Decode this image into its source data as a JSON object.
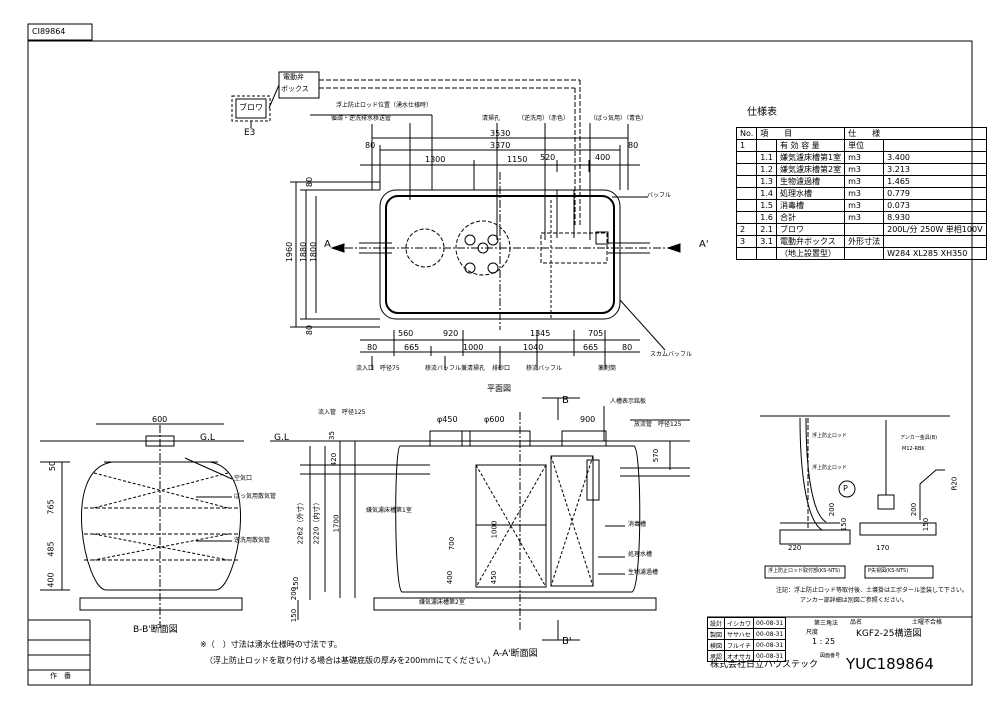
{
  "header": {
    "corner_id": "CI89864"
  },
  "spec": {
    "title": "仕様表",
    "col_no": "No.",
    "col_item": "項　　目",
    "col_spec": "仕　　様",
    "rows": [
      {
        "no": "1",
        "sub": "",
        "item": "有 効 容 量",
        "unit": "単位",
        "value": ""
      },
      {
        "no": "",
        "sub": "1.1",
        "item": "嫌気濾床槽第1室",
        "unit": "m3",
        "value": "3.400"
      },
      {
        "no": "",
        "sub": "1.2",
        "item": "嫌気濾床槽第2室",
        "unit": "m3",
        "value": "3.213"
      },
      {
        "no": "",
        "sub": "1.3",
        "item": "生物濾過槽",
        "unit": "m3",
        "value": "1.465"
      },
      {
        "no": "",
        "sub": "1.4",
        "item": "処理水槽",
        "unit": "m3",
        "value": "0.779"
      },
      {
        "no": "",
        "sub": "1.5",
        "item": "消毒槽",
        "unit": "m3",
        "value": "0.073"
      },
      {
        "no": "",
        "sub": "1.6",
        "item": "合計",
        "unit": "m3",
        "value": "8.930"
      },
      {
        "no": "2",
        "sub": "2.1",
        "item": "ブロワ",
        "unit": "",
        "value": "200L/分 250W 単相100V"
      },
      {
        "no": "3",
        "sub": "3.1",
        "item": "電動弁ボックス",
        "unit": "外形寸法",
        "value": ""
      },
      {
        "no": "",
        "sub": "",
        "item": "（地上設置型）",
        "unit": "",
        "value": "W284 XL285 XH350"
      }
    ]
  },
  "plan": {
    "box_label": "電動弁\nボックス",
    "box_l1": "電動弁",
    "box_l2": "ボックス",
    "blower": "ブロワ",
    "e3": "E3",
    "dims_top": [
      "3530",
      "3370",
      "1300",
      "1150",
      "520",
      "400",
      "80",
      "80"
    ],
    "dims_bottom": [
      "560",
      "920",
      "1345",
      "705",
      "665",
      "1000",
      "1040",
      "665",
      "80",
      "80"
    ],
    "dims_side": [
      "1960",
      "1880",
      "1800",
      "80",
      "80"
    ],
    "labels": {
      "rod": "浮上防止ロッド位置（湧水仕様時）",
      "pipe": "循環・逆洗排水移送管",
      "pipe2": "清掃孔",
      "air1": "（逆洗用）（赤色）",
      "air2": "（ばっ気用）（青色）",
      "baffle": "バッフル",
      "scum": "スカムバッフル",
      "inlet": "流入口　呼径75",
      "hole1": "移流バッフル兼清掃孔",
      "drain": "排砂口",
      "flow": "移流バッフル",
      "disinf": "薬剤筒",
      "a": "A",
      "a2": "A'",
      "title": "平面図"
    }
  },
  "section_bb": {
    "gl": "G.L",
    "width": "600",
    "dims": [
      "50",
      "765",
      "485",
      "400"
    ],
    "l1": "空気口",
    "l2": "ばっ気用散気管",
    "l3": "逆洗用散気管",
    "title": "B-B'断面図"
  },
  "section_aa": {
    "gl": "G.L",
    "b": "B",
    "b2": "B'",
    "inlet": "流入管　呼径125",
    "outlet": "放流管　呼径125",
    "manhole": "人槽表示銘板",
    "d450": "φ450",
    "d600": "φ600",
    "w900": "900",
    "dims": [
      "35",
      "420",
      "2262（外寸）",
      "2220（内寸）",
      "1700",
      "1000",
      "450",
      "700",
      "400",
      "200",
      "150",
      "570",
      "150"
    ],
    "ch1": "嫌気濾床槽第1室",
    "ch2": "嫌気濾床槽第2室",
    "disinf": "消毒槽",
    "treat": "処理水槽",
    "bio": "生物濾過槽",
    "title": "A-A'断面図"
  },
  "detail": {
    "rod": "浮上防止ロッド",
    "rod_l": "浮上防止ロッド",
    "anchor": "アンカー金具(B)",
    "anchor_spec": "M12-RBK",
    "p": "P",
    "r20": "R20",
    "d220": "220",
    "d170": "170",
    "d200a": "200",
    "d200b": "200",
    "d150a": "150",
    "d150b": "150",
    "cap1": "浮上防止ロッド取付部(KS-NTS)",
    "cap2": "P矢視図(KS-NTS)",
    "note1": "注記：浮上防止ロッド等取付後、土壌掛はエポタール塗装して下さい。",
    "note2": "アンカー部詳細は別図ご参照ください。"
  },
  "notes": {
    "n1": "※（　）寸法は湧水仕様時の寸法です。",
    "n2": "（浮上防止ロッドを取り付ける場合は基礎底版の厚みを200mmにてください。）"
  },
  "title_block": {
    "r1": [
      "イシカワ",
      "00-08-31"
    ],
    "r2": [
      "ササハセ",
      "00-08-31"
    ],
    "r3": [
      "フルイチ",
      "00-08-31"
    ],
    "r4": [
      "オオサカ",
      "00-08-31"
    ],
    "role1": "設計",
    "role2": "製図",
    "role3": "検図",
    "role4": "承認",
    "proj": "第三角法",
    "scale_label": "尺度",
    "scale": "1 : 25",
    "name_label": "品名",
    "name": "KGF2-25構造図",
    "company": "株式会社日立ハウステック",
    "drawing_label": "図面番号",
    "drawing_no": "YUC189864",
    "code": "土曜不合格",
    "sakuban": "作　番"
  }
}
